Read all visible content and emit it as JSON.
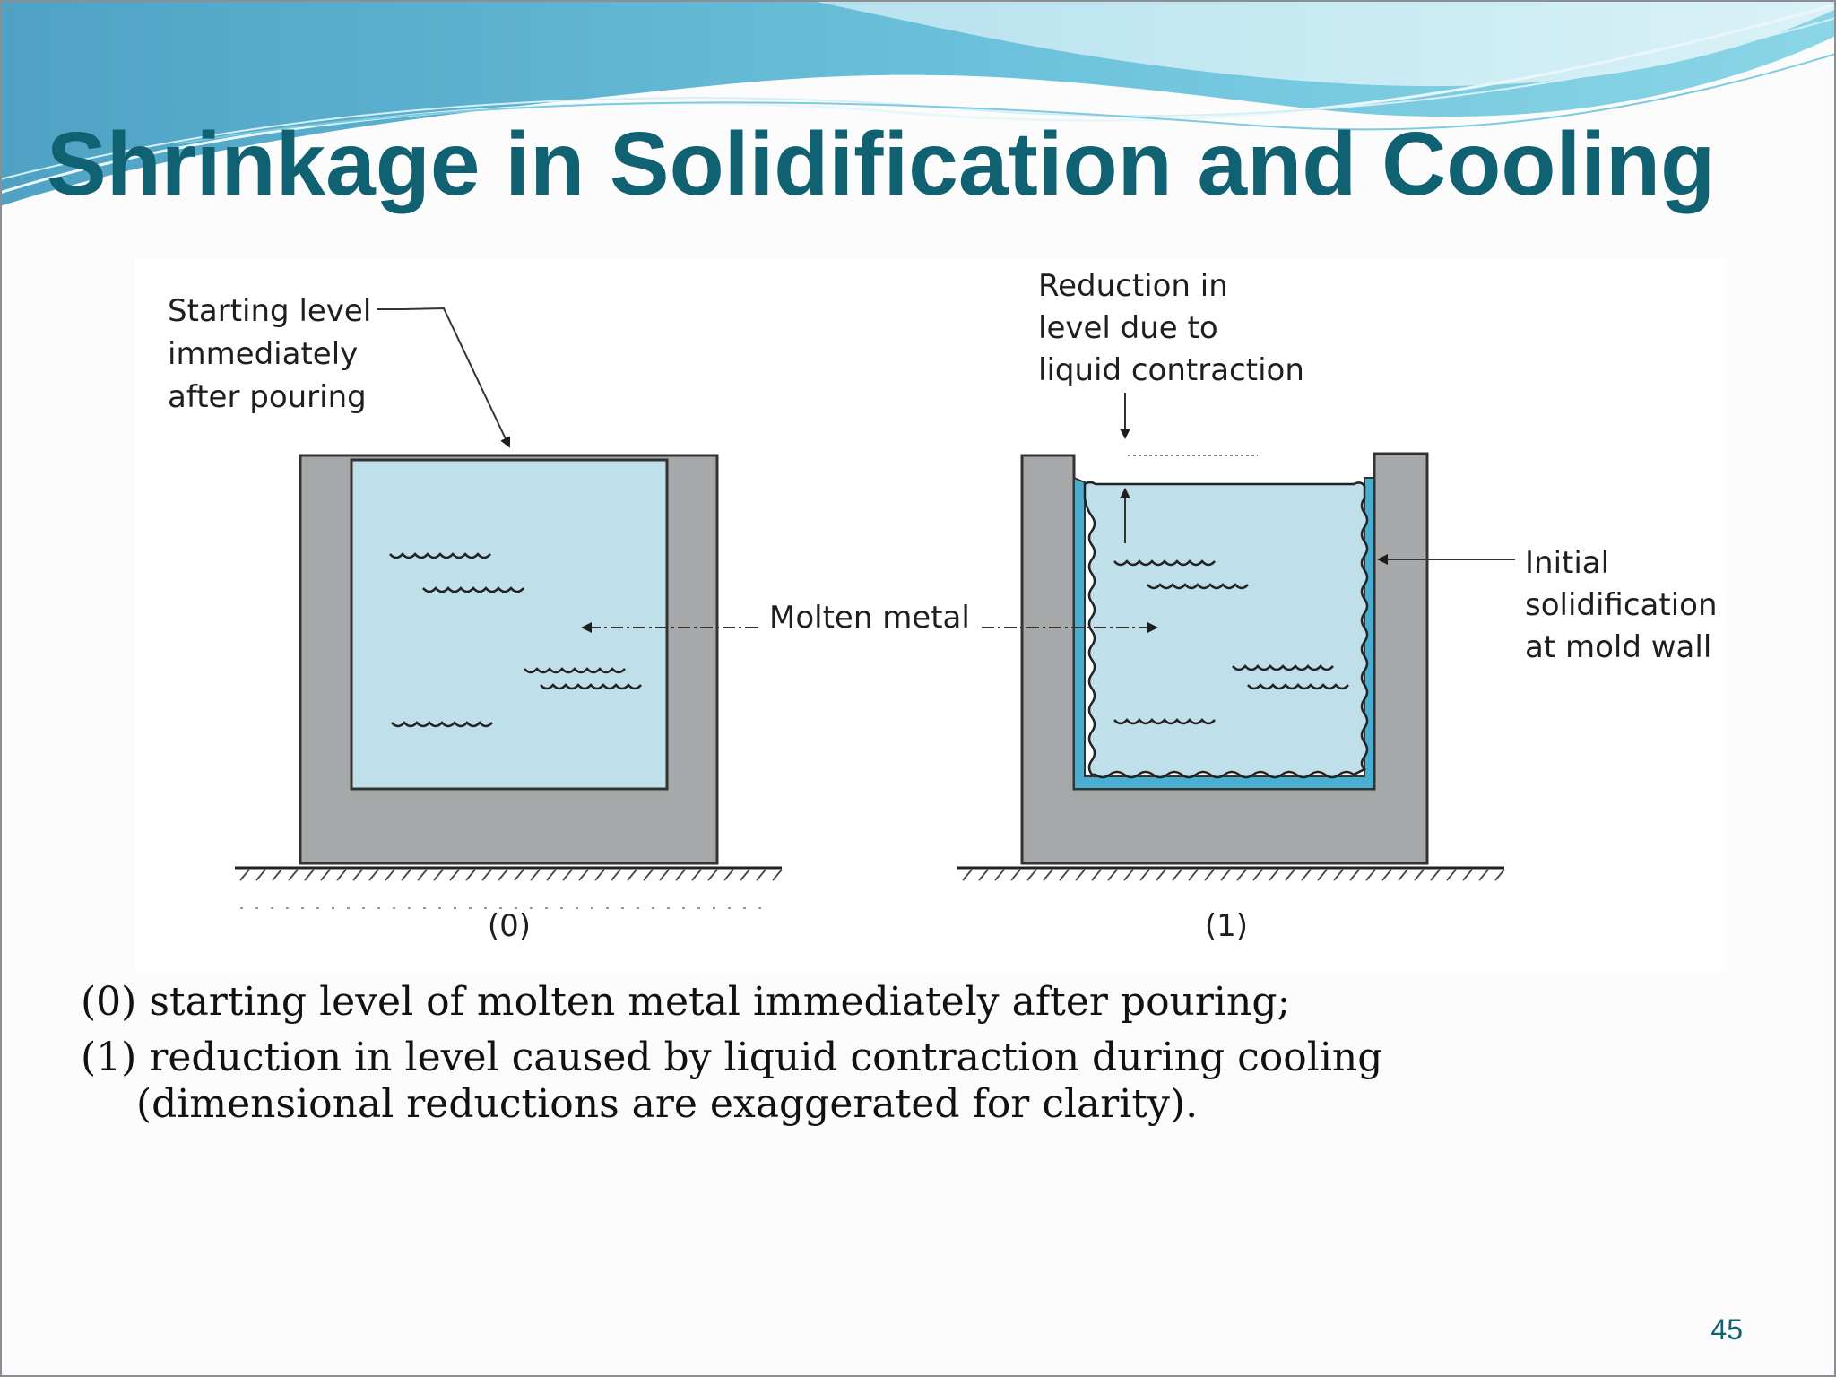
{
  "slide": {
    "title": "Shrinkage in Solidification and Cooling",
    "page_number": "45"
  },
  "figure": {
    "labels": {
      "starting_level": [
        "Starting level",
        "immediately",
        "after pouring"
      ],
      "reduction": [
        "Reduction in",
        "level due to",
        "liquid contraction"
      ],
      "molten_metal": "Molten metal",
      "initial_solidification": [
        "Initial",
        "solidification",
        "at mold wall"
      ],
      "panel_0": "(0)",
      "panel_1": "(1)"
    },
    "colors": {
      "mold": "#a7a8aa",
      "molten_metal": "#bfe0ea",
      "solid_shell": "#4aaed0",
      "title": "#106272"
    }
  },
  "caption": {
    "line_0": "(0) starting level of molten metal immediately after pouring;",
    "line_1": "(1) reduction in level caused by liquid contraction during cooling (dimensional reductions are exaggerated for clarity)."
  }
}
